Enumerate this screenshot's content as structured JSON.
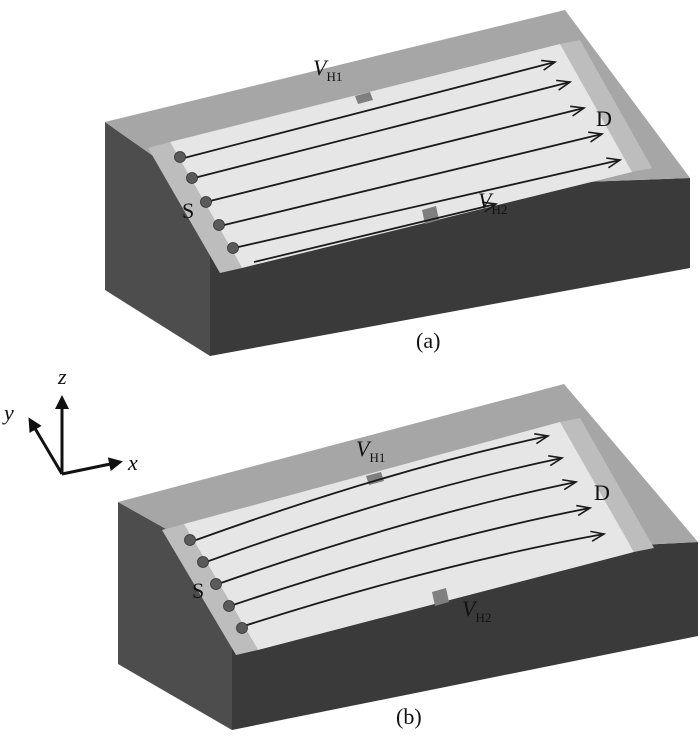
{
  "colors": {
    "top_face": "#a6a6a6",
    "side_dark": "#4d4d4d",
    "side_darker": "#3a3a3a",
    "channel": "#e6e6e6",
    "strip": "#bdbdbd",
    "contact": "#7f7f7f",
    "electron": "#5a5a5a",
    "arrow": "#1a1a1a"
  },
  "diagrams": [
    {
      "caption": "(a)",
      "source_label": "S",
      "drain_label": "D",
      "gate_top": {
        "letter": "V",
        "subscript": "H1"
      },
      "gate_bottom": {
        "letter": "V",
        "subscript": "H2"
      },
      "trajectory": "straight"
    },
    {
      "caption": "(b)",
      "source_label": "S",
      "drain_label": "D",
      "gate_top": {
        "letter": "V",
        "subscript": "H1"
      },
      "gate_bottom": {
        "letter": "V",
        "subscript": "H2"
      },
      "trajectory": "curved"
    }
  ],
  "axes": {
    "x": "x",
    "y": "y",
    "z": "z"
  }
}
